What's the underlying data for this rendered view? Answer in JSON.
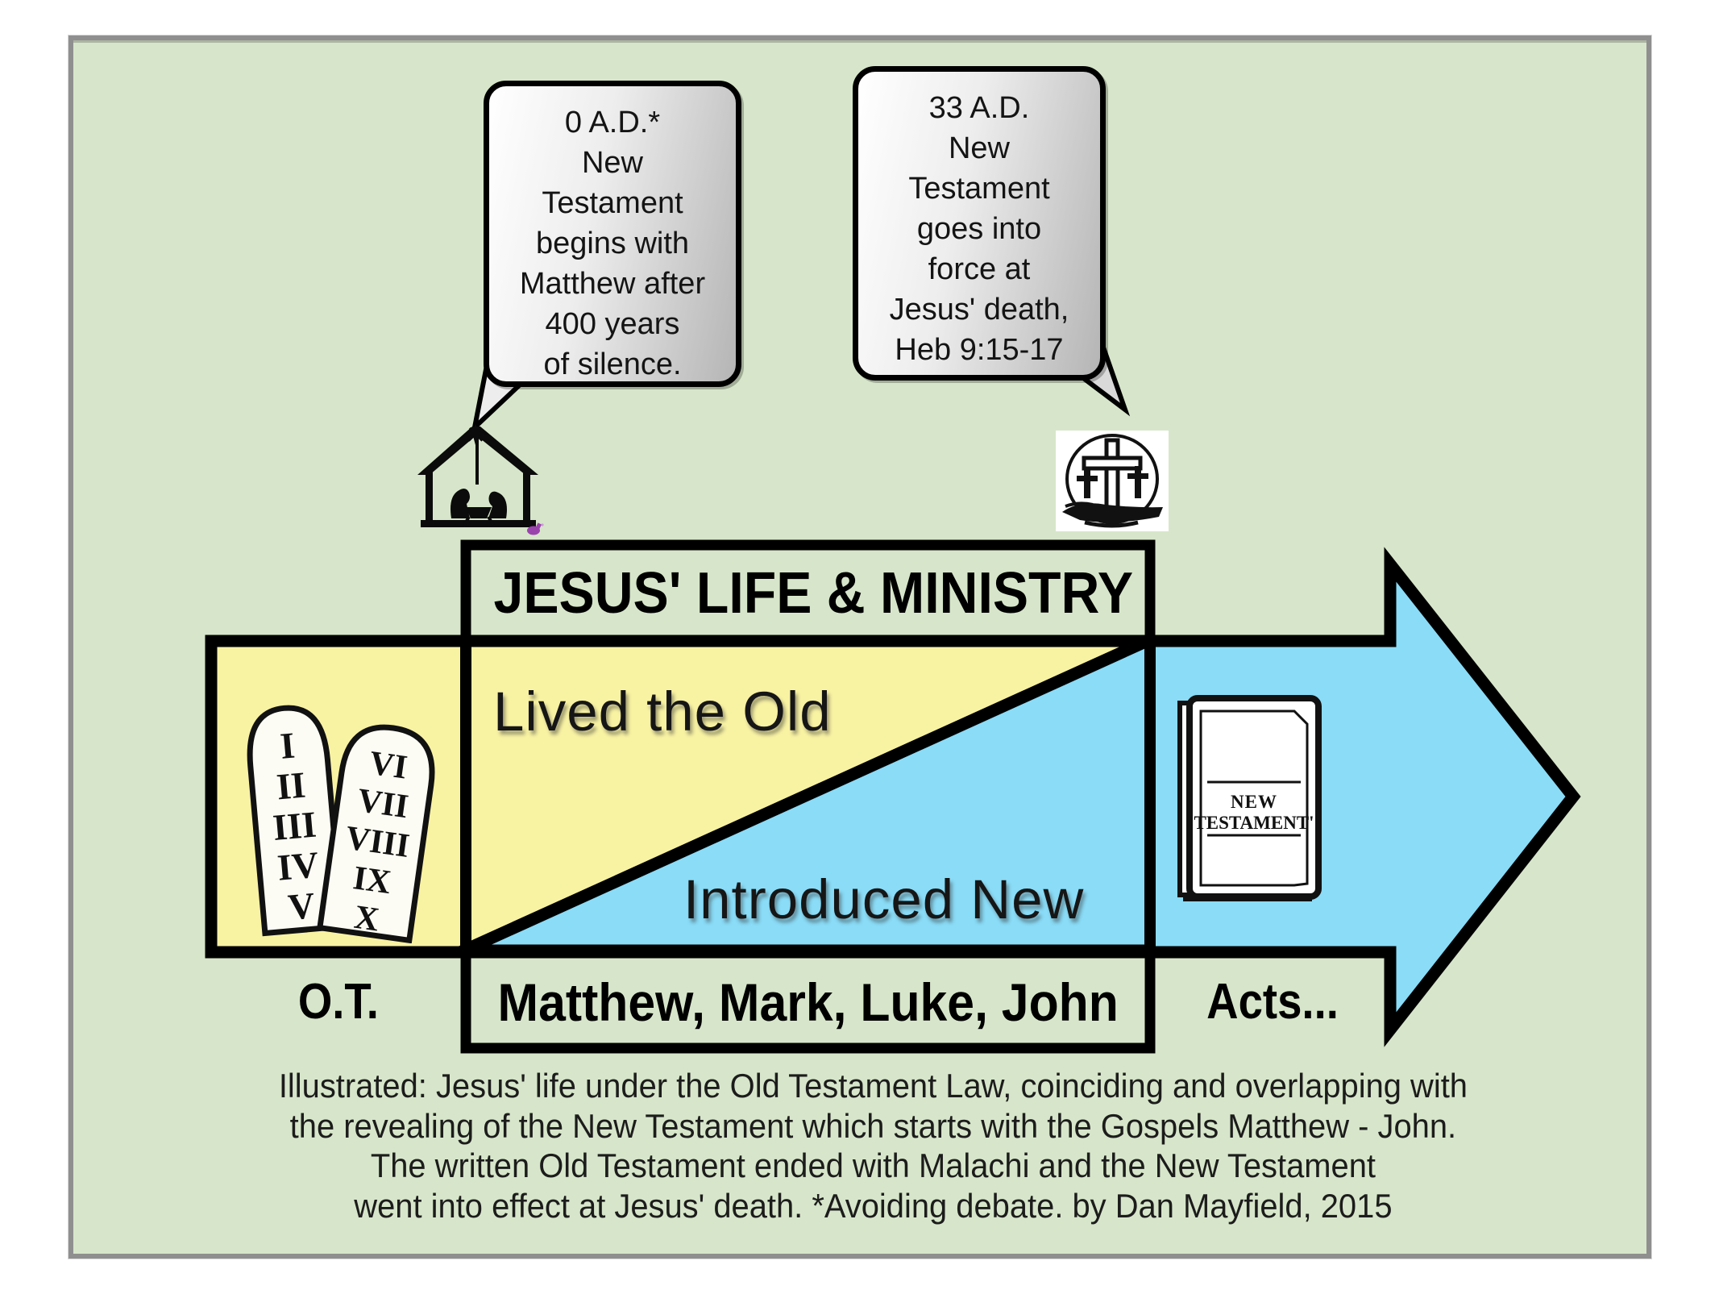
{
  "bubbles": {
    "birth": {
      "text": "0 A.D.*\nNew\nTestament\nbegins with\nMatthew after\n400 years\nof silence."
    },
    "death": {
      "text": "33 A.D.\nNew\nTestament\ngoes into\nforce at\nJesus' death,\nHeb 9:15-17"
    }
  },
  "timeline": {
    "title": "JESUS' LIFE & MINISTRY",
    "upper_label": "Lived the Old",
    "lower_label": "Introduced New",
    "sections": {
      "old": "O.T.",
      "gospels": "Matthew, Mark, Luke, John",
      "acts": "Acts..."
    }
  },
  "icons": {
    "nativity": "nativity-silhouette",
    "crosses": "three-crosses-hill",
    "tablets": {
      "left": [
        "I",
        "II",
        "III",
        "IV",
        "V"
      ],
      "right": [
        "VI",
        "VII",
        "VIII",
        "IX",
        "X"
      ]
    },
    "book": {
      "line1": "NEW",
      "line2": "TESTAMENT'"
    }
  },
  "caption": {
    "text": "Illustrated: Jesus' life under the Old Testament Law, coinciding and overlapping with\nthe revealing of the New Testament which starts with the Gospels Matthew - John.\nThe written Old Testament ended with Malachi and the New Testament\nwent into effect at Jesus' death. *Avoiding debate. by Dan Mayfield, 2015"
  },
  "colors": {
    "background": "#d7e6ca",
    "yellow": "#f8f2a3",
    "blue": "#8adcf7",
    "ink": "#000000",
    "frame": "#8f8f8f",
    "purple": "#9b43ad",
    "bubble_light": "#ffffff",
    "bubble_dark": "#b5b5b5"
  }
}
